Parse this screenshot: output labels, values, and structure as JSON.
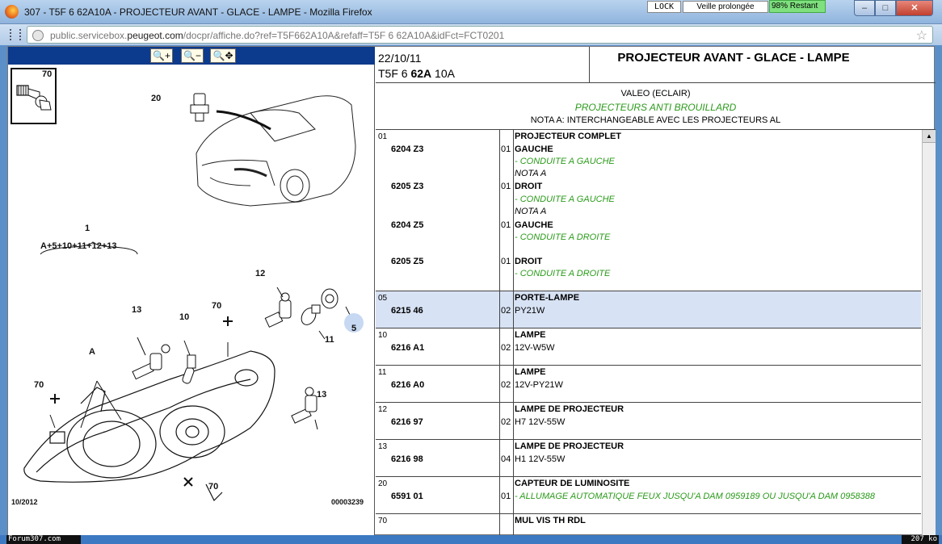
{
  "window": {
    "title": "307 - T5F 6 62A10A - PROJECTEUR AVANT - GLACE - LAMPE - Mozilla Firefox",
    "lock": "LOCK",
    "veille": "Veille prolongée",
    "restant": "98% Restant",
    "min": "–",
    "max": "□",
    "close": "✕"
  },
  "nav": {
    "url_prefix": "public.servicebox.",
    "url_domain": "peugeot.com",
    "url_rest": "/docpr/affiche.do?ref=T5F662A10A&refaff=T5F 6 62A10A&idFct=FCT0201"
  },
  "toolbar": {
    "zoom_in": "🔍+",
    "zoom_out": "🔍−",
    "zoom_move": "🔍✥"
  },
  "diagram": {
    "labels": {
      "p70box": "70",
      "p20": "20",
      "p1": "1",
      "formula": "A+5+10+11+12+13",
      "p12": "12",
      "p13a": "13",
      "p10": "10",
      "p70a": "70",
      "p5": "5",
      "p11": "11",
      "pA": "A",
      "p70b": "70",
      "p13b": "13",
      "p70c": "70"
    },
    "date": "10/2012",
    "code": "00003239"
  },
  "header": {
    "date": "22/10/11",
    "ref_a": "T5F 6 ",
    "ref_b": "62A",
    "ref_c": " 10A",
    "title": "PROJECTEUR AVANT - GLACE - LAMPE"
  },
  "info": {
    "maker": "VALEO (ECLAIR)",
    "range": "PROJECTEURS ANTI BROUILLARD",
    "note": "NOTA A: INTERCHANGEABLE AVEC LES PROJECTEURS AL"
  },
  "rows": [
    {
      "no": "01",
      "heading": "PROJECTEUR COMPLET",
      "items": [
        {
          "ref": "6204 Z3",
          "qty": "01",
          "name": "GAUCHE",
          "cond": "- CONDUITE A GAUCHE",
          "nota": "NOTA A"
        },
        {
          "ref": "6205 Z3",
          "qty": "01",
          "name": "DROIT",
          "cond": "- CONDUITE A GAUCHE",
          "nota": "NOTA A"
        },
        {
          "ref": "6204 Z5",
          "qty": "01",
          "name": "GAUCHE",
          "cond": "- CONDUITE A DROITE",
          "nota": ""
        },
        {
          "ref": "6205 Z5",
          "qty": "01",
          "name": "DROIT",
          "cond": "- CONDUITE A DROITE",
          "nota": ""
        }
      ]
    },
    {
      "no": "05",
      "ref": "6215 46",
      "qty": "02",
      "name": "PORTE-LAMPE",
      "desc": "PY21W",
      "green": ""
    },
    {
      "no": "10",
      "ref": "6216 A1",
      "qty": "02",
      "name": "LAMPE",
      "desc": "12V-W5W",
      "green": ""
    },
    {
      "no": "11",
      "ref": "6216 A0",
      "qty": "02",
      "name": "LAMPE",
      "desc": "12V-PY21W",
      "green": ""
    },
    {
      "no": "12",
      "ref": "6216 97",
      "qty": "02",
      "name": "LAMPE DE PROJECTEUR",
      "desc": "H7 12V-55W",
      "green": ""
    },
    {
      "no": "13",
      "ref": "6216 98",
      "qty": "04",
      "name": "LAMPE DE PROJECTEUR",
      "desc": "H1 12V-55W",
      "green": ""
    },
    {
      "no": "20",
      "ref": "6591 01",
      "qty": "01",
      "name": "CAPTEUR DE LUMINOSITE",
      "desc": "",
      "green": "- ALLUMAGE AUTOMATIQUE FEUX JUSQU'A DAM 0959189 OU JUSQU'A DAM 0958388"
    },
    {
      "no": "70",
      "ref": "",
      "qty": "",
      "name": "MUL VIS TH RDL",
      "desc": "",
      "green": ""
    }
  ],
  "footer": {
    "forum": "Forum307.com",
    "size": "207 ko"
  }
}
